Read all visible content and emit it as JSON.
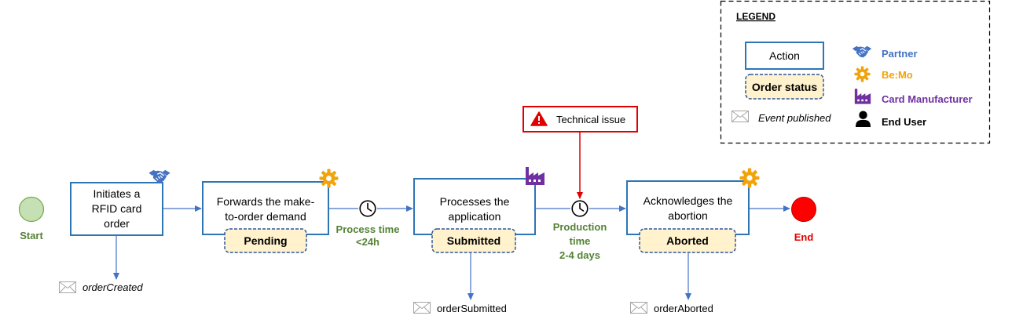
{
  "legend": {
    "title": "LEGEND",
    "action_label": "Action",
    "status_label": "Order status",
    "event_label": "Event published",
    "actors": [
      {
        "name": "Partner",
        "icon": "handshake-icon",
        "color": "#4472c4"
      },
      {
        "name": "Be:Mo",
        "icon": "gear-icon",
        "color": "#f0a30a"
      },
      {
        "name": "Card Manufacturer",
        "icon": "factory-icon",
        "color": "#7030a0"
      },
      {
        "name": "End User",
        "icon": "user-icon",
        "color": "#000000"
      }
    ]
  },
  "start_label": "Start",
  "end_label": "End",
  "steps": [
    {
      "lines": [
        "Initiates a",
        "RFID card",
        "order"
      ],
      "actor_icon": "handshake-icon",
      "status": "",
      "event": "orderCreated"
    },
    {
      "lines": [
        "Forwards the make-",
        "to-order  demand"
      ],
      "actor_icon": "gear-icon",
      "status": "Pending",
      "event": ""
    },
    {
      "lines": [
        "Processes the",
        "application"
      ],
      "actor_icon": "factory-icon",
      "status": "Submitted",
      "event": "orderSubmitted"
    },
    {
      "lines": [
        "Acknowledges the",
        "abortion"
      ],
      "actor_icon": "gear-icon",
      "status": "Aborted",
      "event": "orderAborted"
    }
  ],
  "timers": [
    {
      "lines": [
        "Process time",
        "<24h"
      ]
    },
    {
      "lines": [
        "Production",
        "time",
        "2-4 days"
      ]
    }
  ],
  "technical_issue": "Technical issue",
  "colors": {
    "action_border": "#2e75b6",
    "status_fill": "#fff2cc",
    "status_border": "#2f5597",
    "arrow": "#4472c4",
    "green": "#548235",
    "start_fill": "#c5e0b4",
    "start_border": "#70ad47",
    "end_fill": "#ff0000",
    "tech_red": "#e00000"
  }
}
